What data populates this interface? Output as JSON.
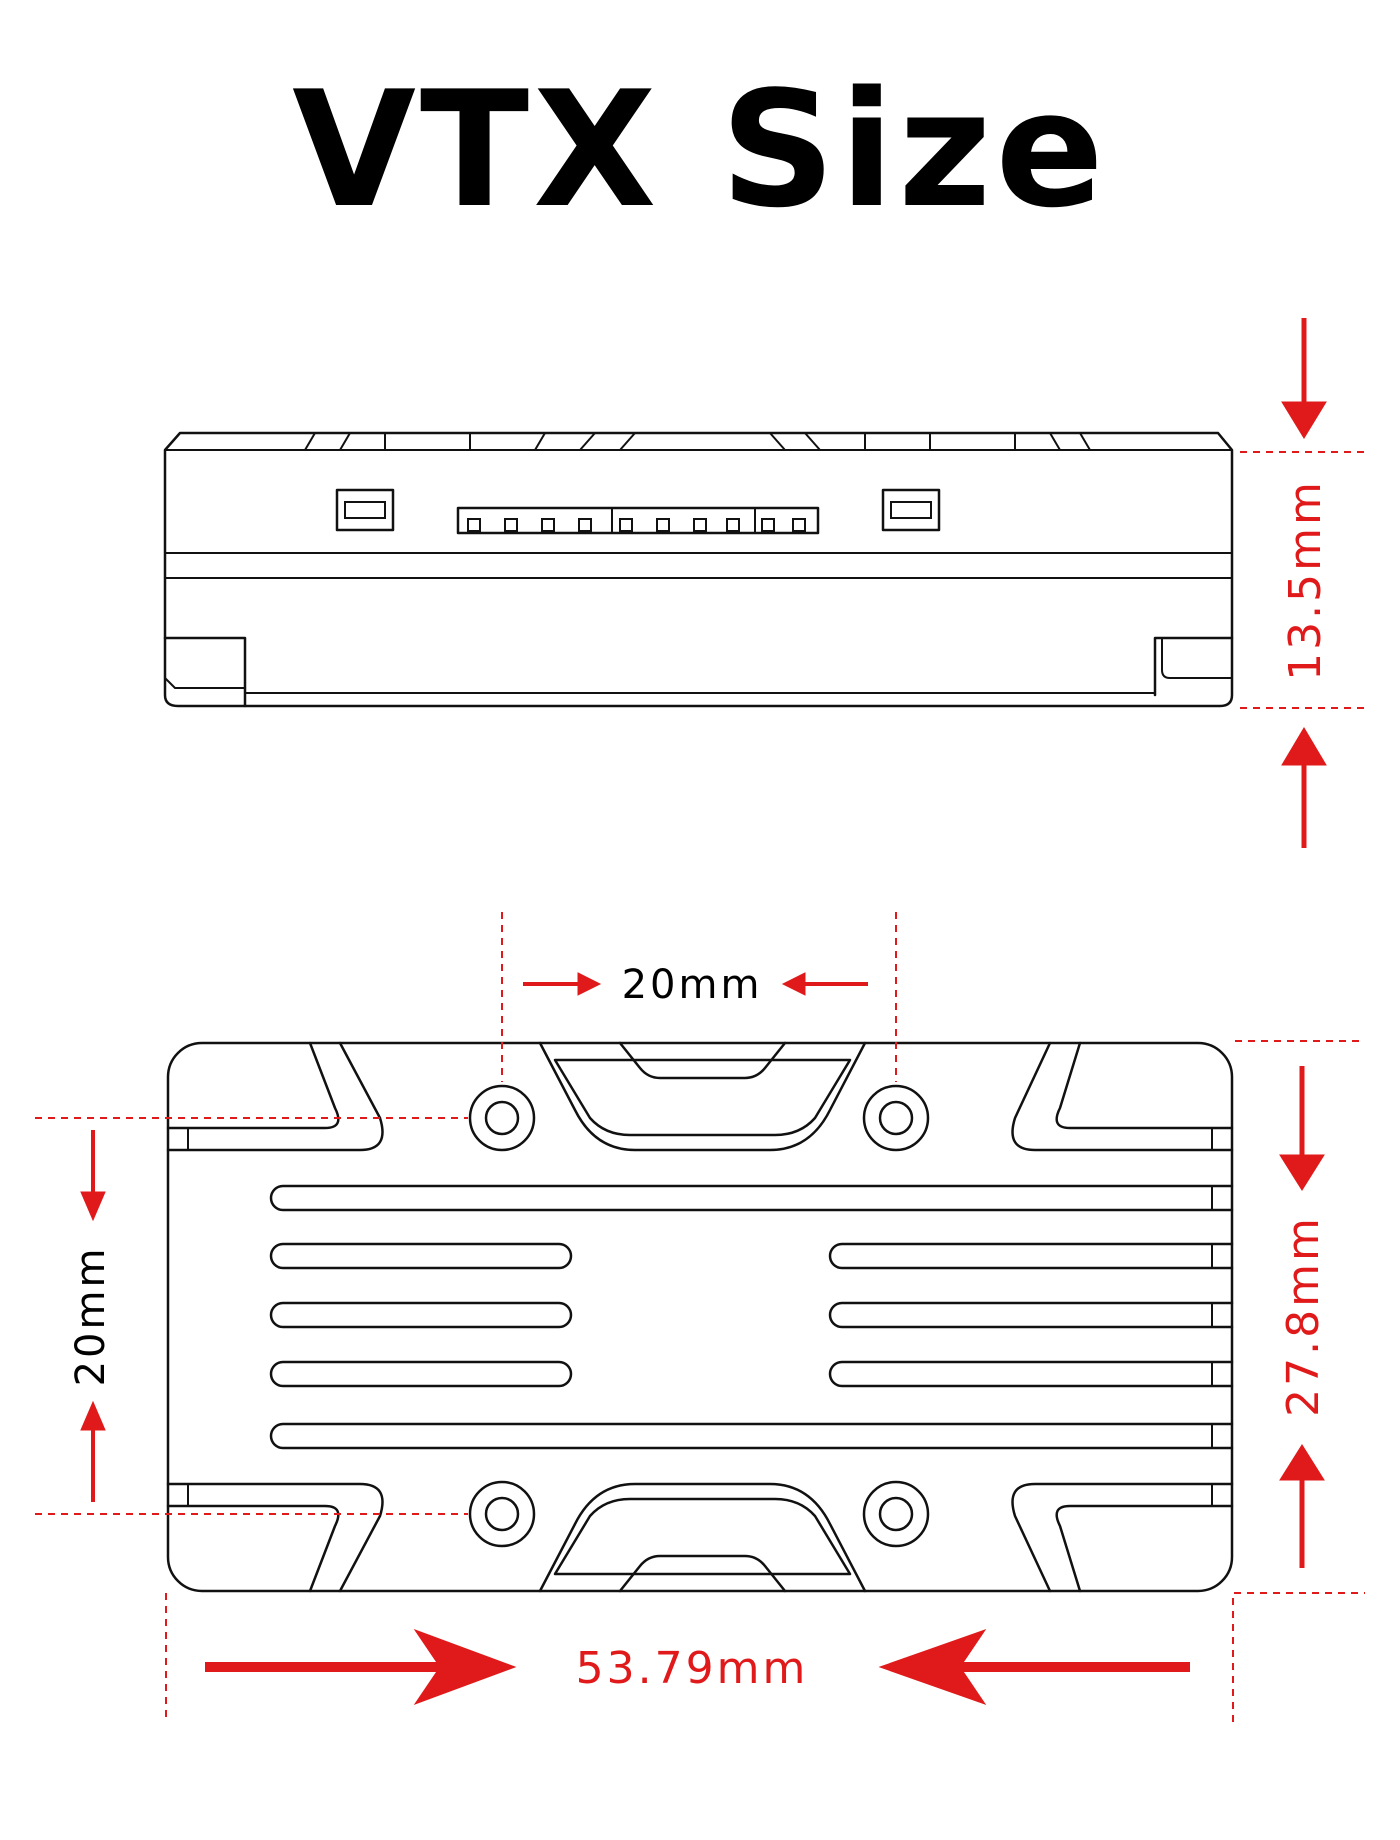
{
  "title": "VTX Size",
  "dimensions": {
    "height": "13.5mm",
    "mount_spacing_horizontal": "20mm",
    "mount_spacing_vertical": "20mm",
    "width": "27.8mm",
    "length": "53.79mm"
  },
  "colors": {
    "dimension": "#e01a1a",
    "outline": "#111111",
    "background": "#ffffff"
  }
}
